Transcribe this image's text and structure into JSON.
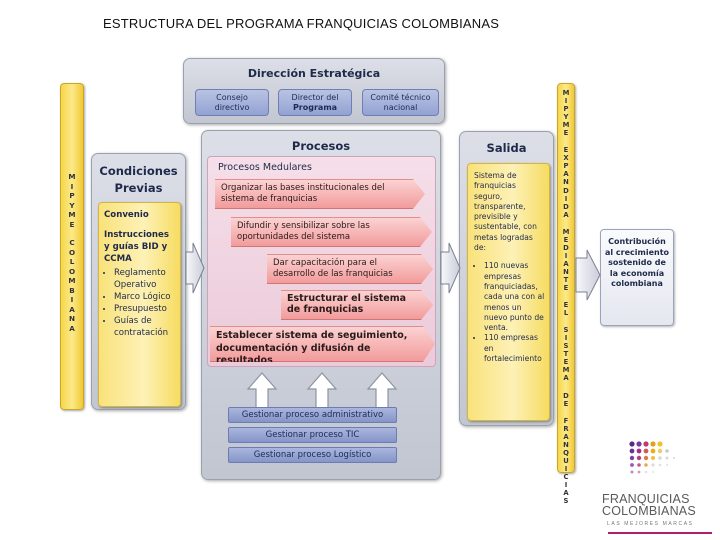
{
  "title": "ESTRUCTURA DEL PROGRAMA FRANQUICIAS COLOMBIANAS",
  "left_bar": {
    "lines": [
      [
        "M",
        "I",
        "P",
        "Y",
        "M",
        "E"
      ],
      [
        "C",
        "O",
        "L",
        "O",
        "M",
        "B",
        "I",
        "A",
        "N",
        "A"
      ]
    ]
  },
  "right_bar": {
    "lines": [
      [
        "M",
        "I",
        "P",
        "Y",
        "M",
        "E"
      ],
      [
        "E",
        "X",
        "P",
        "A",
        "N",
        "D",
        "I",
        "D",
        "A"
      ],
      [
        "M",
        "E",
        "D",
        "I",
        "A",
        "N",
        "T",
        "E"
      ],
      [
        "E",
        "L"
      ],
      [
        "S",
        "I",
        "S",
        "T",
        "E",
        "M",
        "A"
      ],
      [
        "D",
        "E"
      ],
      [
        "F",
        "R",
        "A",
        "N",
        "Q",
        "U",
        "I",
        "C",
        "I",
        "A",
        "S"
      ]
    ]
  },
  "direccion": {
    "heading": "Dirección Estratégica",
    "boxes": [
      {
        "line1": "Consejo",
        "line2": "directivo"
      },
      {
        "line1": "Director del",
        "line2": "Programa"
      },
      {
        "line1": "Comité técnico",
        "line2": "nacional"
      }
    ]
  },
  "condiciones": {
    "heading_line1": "Condiciones",
    "heading_line2": "Previas",
    "convenio": "Convenio",
    "instrucciones": "Instrucciones y guías BID y CCMA",
    "items": [
      "Reglamento Operativo",
      "Marco Lógico",
      "Presupuesto",
      "Guías de contratación"
    ]
  },
  "procesos": {
    "heading": "Procesos",
    "subheading": "Procesos Medulares",
    "arrows": [
      "Organizar las bases institucionales del sistema de franquicias",
      "Difundir y sensibilizar sobre las oportunidades del sistema",
      "Dar capacitación para el desarrollo de las franquicias",
      "Estructurar el sistema de franquicias",
      "Establecer sistema de seguimiento, documentación y difusión de resultados"
    ],
    "support": [
      "Gestionar proceso administrativo",
      "Gestionar proceso TIC",
      "Gestionar proceso Logístico"
    ]
  },
  "salida": {
    "heading": "Salida",
    "intro": "Sistema de franquicias seguro, transparente, previsible y sustentable, con metas logradas de:",
    "items": [
      "110 nuevas empresas franquiciadas, cada una con al menos un nuevo punto de venta.",
      "110 empresas en fortalecimiento"
    ]
  },
  "contribucion": "Contribución al crecimiento sostenido de la economía colombiana",
  "logo": {
    "line1": "FRANQUICIAS",
    "line2": "COLOMBIANAS",
    "tagline": "LAS MEJORES MARCAS"
  }
}
